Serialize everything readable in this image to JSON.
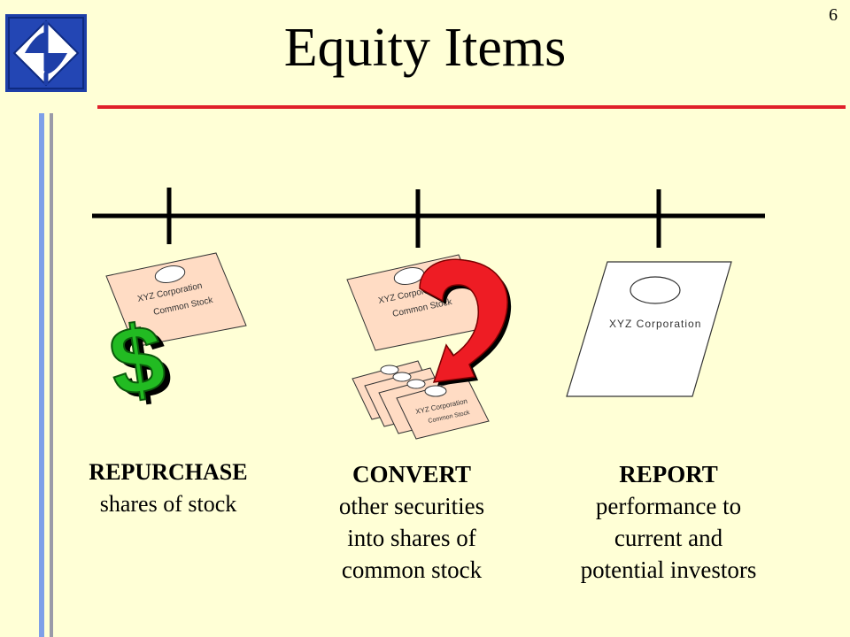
{
  "slide": {
    "title": "Equity Items",
    "page_number": "6"
  },
  "certificates": {
    "company": "XYZ Corporation",
    "stock_type": "Common Stock"
  },
  "items": [
    {
      "heading": "REPURCHASE",
      "lines": [
        "shares of stock"
      ]
    },
    {
      "heading": "CONVERT",
      "lines": [
        "other securities",
        "into shares of",
        "common stock"
      ]
    },
    {
      "heading": "REPORT",
      "lines": [
        "performance to",
        "current and",
        "potential investors"
      ]
    }
  ],
  "symbols": {
    "dollar": "$"
  },
  "colors": {
    "background": "#FFFFD6",
    "rule": "#E0202A",
    "dollar": "#22BB22",
    "arrow": "#EE1C24",
    "certificate": "#FFDCC4"
  }
}
